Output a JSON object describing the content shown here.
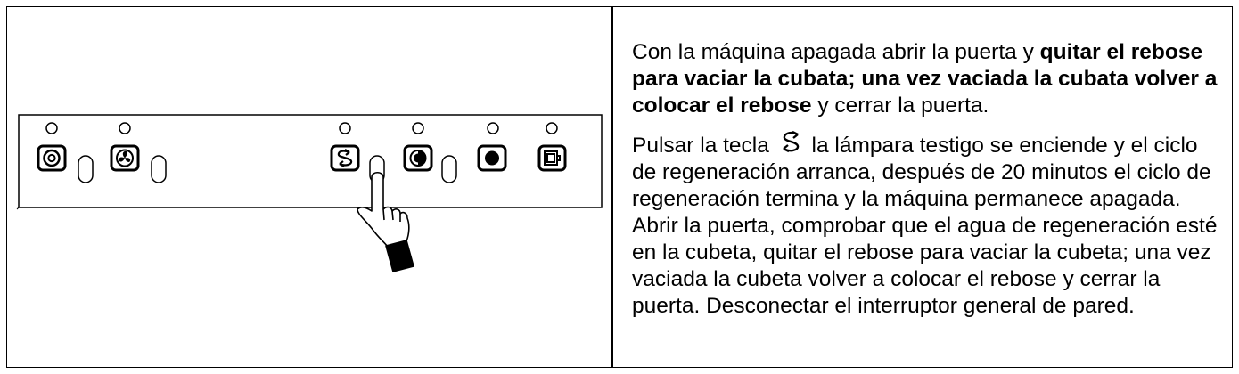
{
  "instructions": {
    "para1": {
      "t1": "Con la máquina apagada abrir la puerta y ",
      "b1": "quitar el rebose para vaciar la cubata; una vez vaciada la cubata volver a colocar el rebose",
      "t2": " y cerrar la puerta."
    },
    "para2": {
      "t1": "Pulsar la tecla ",
      "icon": "regeneration-icon",
      "t2": " la lámpara testigo se enciende y el ciclo de regeneración arranca, después de 20 minutos el ciclo de regeneración termina y la máquina permanece apagada. Abrir la puerta, comprobar que el agua de regeneración esté en la cubeta, quitar el rebose para vaciar la cubeta; una vez vaciada la cubeta volver a colocar el rebose y cerrar la puerta. Desconectar el interruptor general de pared."
    }
  },
  "panel": {
    "buttons": [
      "power-icon",
      "fan-icon",
      "regeneration-icon",
      "half-circle-icon",
      "filled-circle-icon",
      "door-icon"
    ]
  }
}
